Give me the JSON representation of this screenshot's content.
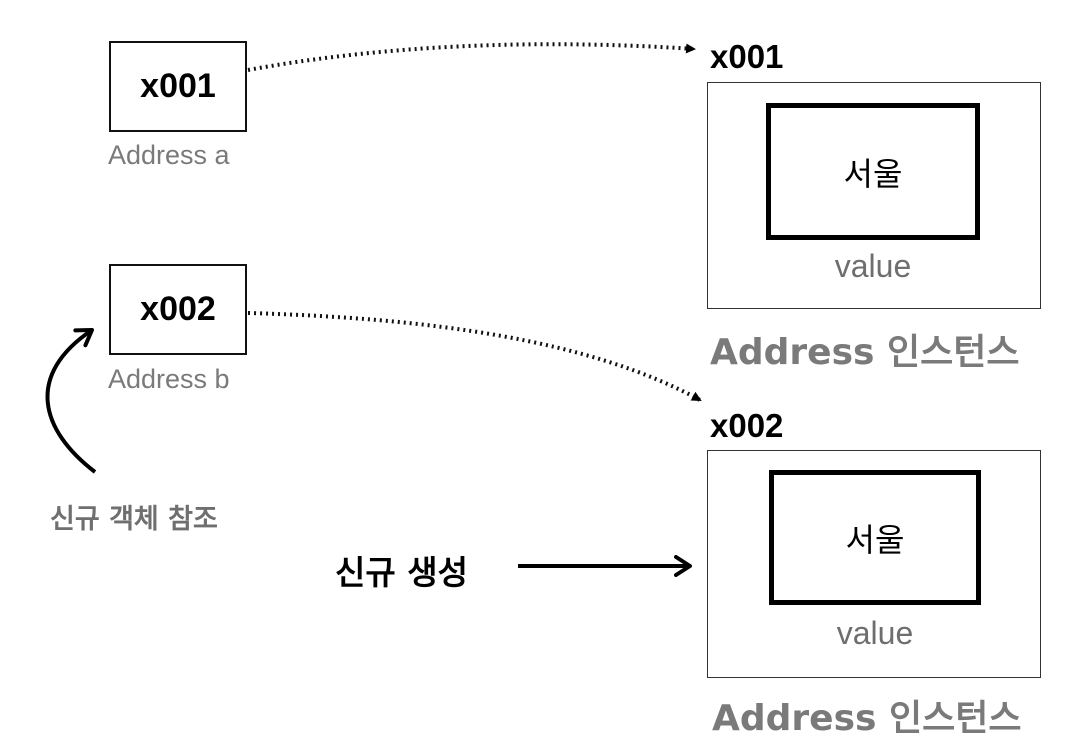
{
  "references": [
    {
      "id": "x001",
      "label": "Address a"
    },
    {
      "id": "x002",
      "label": "Address b"
    }
  ],
  "instances": [
    {
      "id": "x001",
      "value": "서울",
      "value_label": "value",
      "caption": "Address 인스턴스"
    },
    {
      "id": "x002",
      "value": "서울",
      "value_label": "value",
      "caption": "Address 인스턴스"
    }
  ],
  "notes": {
    "new_reference": "신규 객체 참조",
    "new_creation": "신규 생성"
  }
}
